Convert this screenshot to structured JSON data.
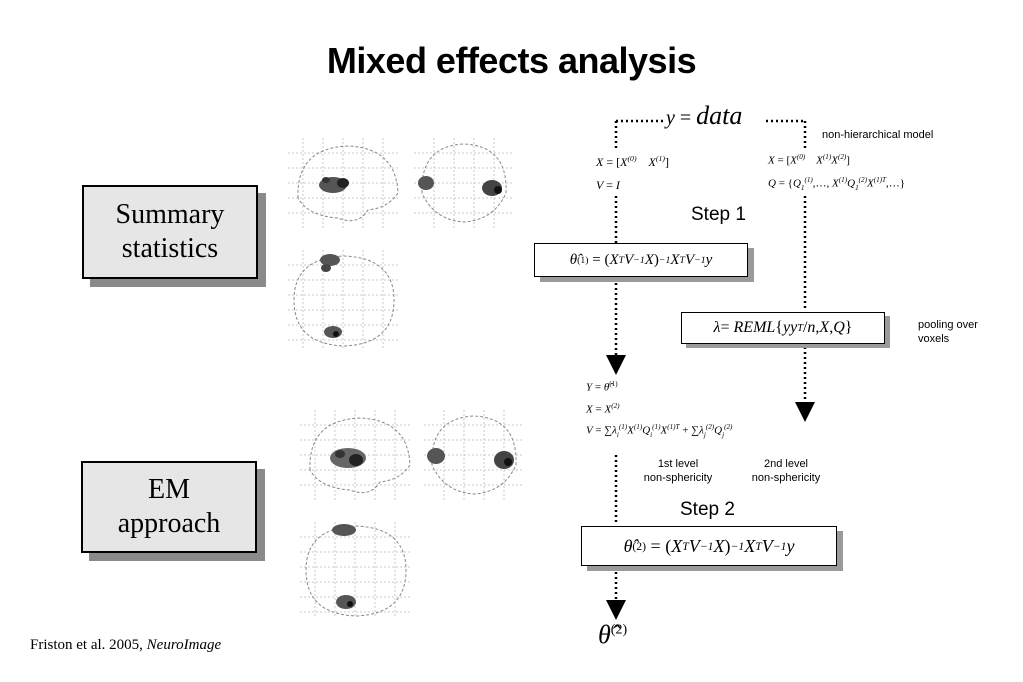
{
  "title": "Mixed effects analysis",
  "left_boxes": {
    "summary": "Summary\nstatistics",
    "em": "EM\napproach"
  },
  "citation": {
    "authors": "Friston et al. 2005, ",
    "journal": "NeuroImage"
  },
  "top_equation": {
    "lhs": "y",
    "eq": " = ",
    "rhs": "data"
  },
  "non_hierarchical_label": "non-hierarchical model",
  "step1_label": "Step 1",
  "step2_label": "Step 2",
  "pooling_label": "pooling over\nvoxels",
  "level1_label": "1st level\nnon-sphericity",
  "level2_label": "2nd level\nnon-sphericity",
  "brain_icons": [
    "summary-sagittal",
    "summary-coronal",
    "summary-axial",
    "em-sagittal",
    "em-coronal",
    "em-axial"
  ]
}
